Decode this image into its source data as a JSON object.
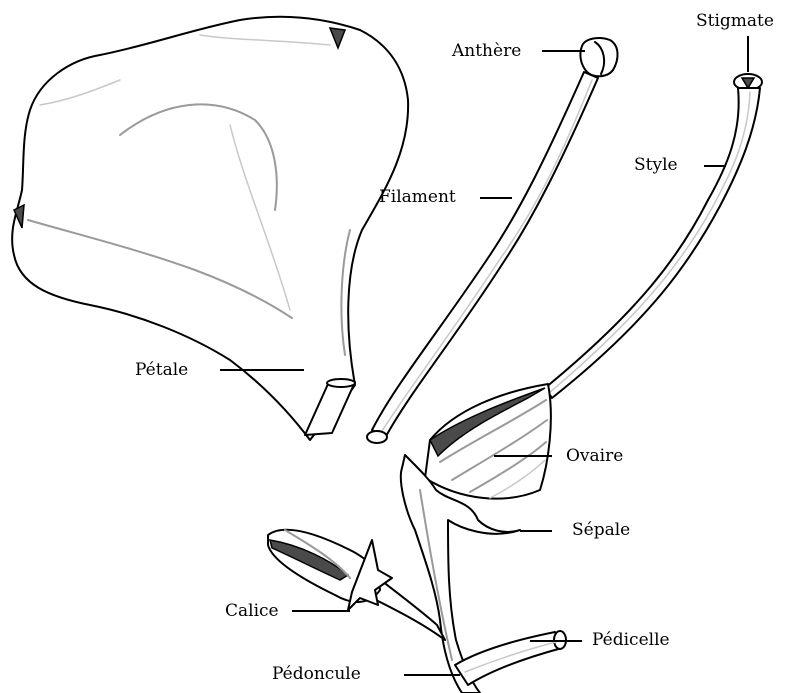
{
  "diagram": {
    "labels": {
      "anthere": "Anthère",
      "stigmate": "Stigmate",
      "style": "Style",
      "filament": "Filament",
      "petale": "Pétale",
      "ovaire": "Ovaire",
      "sepale": "Sépale",
      "calice": "Calice",
      "pedoncule": "Pédoncule",
      "pedicelle": "Pédicelle"
    }
  }
}
